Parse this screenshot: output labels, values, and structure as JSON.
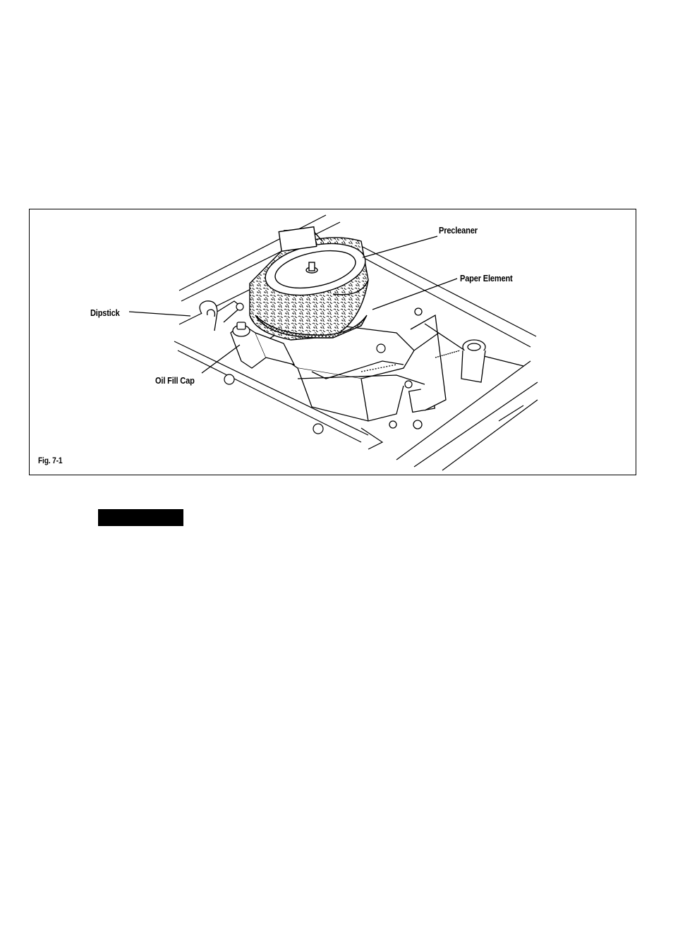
{
  "figure": {
    "caption": "Fig. 7-1",
    "callouts": {
      "precleaner": "Precleaner",
      "paper_element": "Paper Element",
      "dipstick": "Dipstick",
      "oil_fill_cap": "Oil Fill Cap"
    }
  }
}
